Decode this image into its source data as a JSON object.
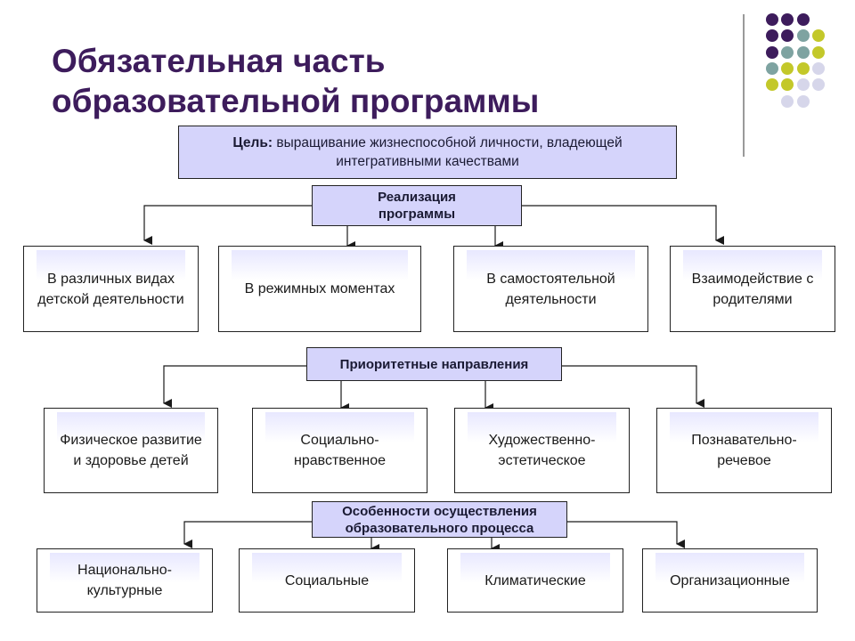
{
  "title": {
    "line1": "Обязательная часть",
    "line2": "образовательной программы"
  },
  "decor_colors": {
    "purple": "#3d1c5c",
    "teal": "#7ea3a1",
    "olive": "#c3c82a",
    "lavender": "#d6d6ea"
  },
  "goal": {
    "label": "Цель:",
    "text_line1": "выращивание жизнеспособной личности, владеющей",
    "text_line2": "интегративными качествами"
  },
  "section1": {
    "header_line1": "Реализация",
    "header_line2": "программы",
    "items": [
      {
        "line1": "В различных видах",
        "line2": "детской деятельности"
      },
      {
        "line1": "В режимных моментах",
        "line2": ""
      },
      {
        "line1": "В самостоятельной",
        "line2": "деятельности"
      },
      {
        "line1": "Взаимодействие с",
        "line2": "родителями"
      }
    ]
  },
  "section2": {
    "header": "Приоритетные  направления",
    "items": [
      {
        "line1": "Физическое развитие",
        "line2": "и здоровье детей"
      },
      {
        "line1": "Социально-",
        "line2": "нравственное"
      },
      {
        "line1": "Художественно-",
        "line2": "эстетическое"
      },
      {
        "line1": "Познавательно-",
        "line2": "речевое"
      }
    ]
  },
  "section3": {
    "header_line1": "Особенности осуществления",
    "header_line2": "образовательного процесса",
    "items": [
      {
        "line1": "Национально-",
        "line2": "культурные"
      },
      {
        "line1": "Социальные",
        "line2": ""
      },
      {
        "line1": "Климатические",
        "line2": ""
      },
      {
        "line1": "Организационные",
        "line2": ""
      }
    ]
  }
}
